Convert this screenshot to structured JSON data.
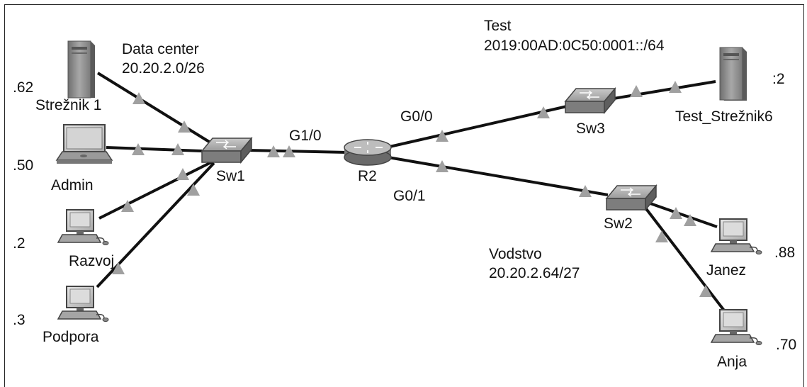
{
  "diagram": {
    "networks": {
      "data_center": {
        "name": "Data center",
        "prefix": "20.20.2.0/26"
      },
      "test": {
        "name": "Test",
        "prefix": "2019:00AD:0C50:0001::/64"
      },
      "vodstvo": {
        "name": "Vodstvo",
        "prefix": "20.20.2.64/27"
      }
    },
    "devices": {
      "streznik1": {
        "label": "Strežnik 1",
        "addr": ".62"
      },
      "admin": {
        "label": "Admin",
        "addr": ".50"
      },
      "razvoj": {
        "label": "Razvoj",
        "addr": ".2"
      },
      "podpora": {
        "label": "Podpora",
        "addr": ".3"
      },
      "sw1": {
        "label": "Sw1"
      },
      "r2": {
        "label": "R2"
      },
      "sw3": {
        "label": "Sw3"
      },
      "sw2": {
        "label": "Sw2"
      },
      "test_streznik6": {
        "label": "Test_Strežnik6",
        "addr": ":2"
      },
      "janez": {
        "label": "Janez",
        "addr": ".88"
      },
      "anja": {
        "label": "Anja",
        "addr": ".70"
      }
    },
    "interfaces": {
      "g1_0": "G1/0",
      "g0_0": "G0/0",
      "g0_1": "G0/1"
    },
    "colors": {
      "link": "#111111",
      "port_indicator": "#a0a0a0",
      "device_gray": "#8a8a8a"
    }
  }
}
